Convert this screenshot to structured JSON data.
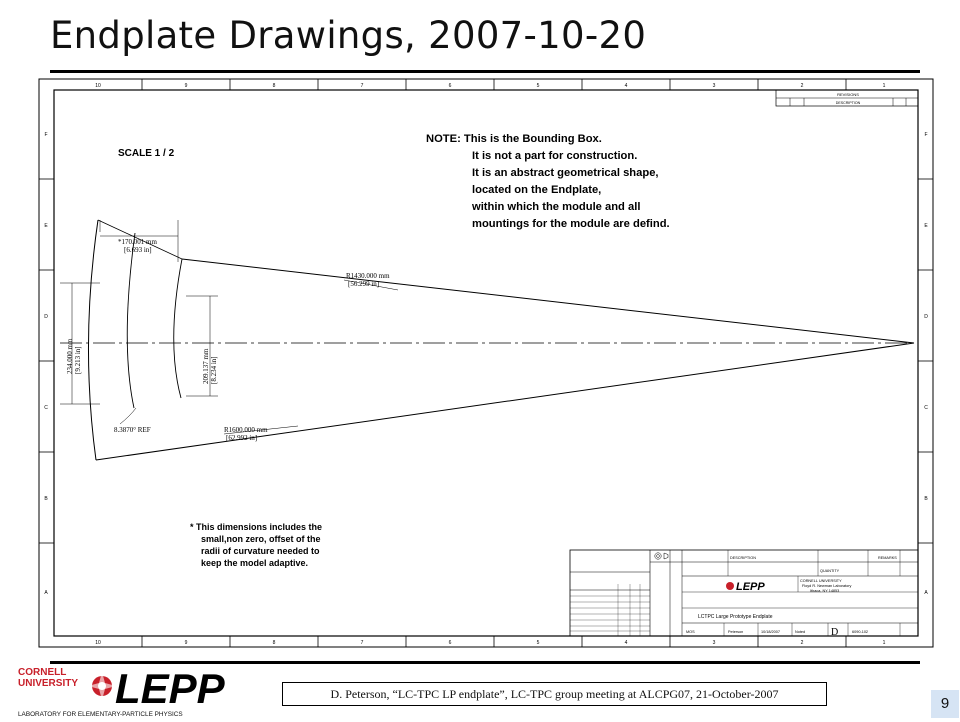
{
  "slide": {
    "title": "Endplate Drawings, 2007-10-20",
    "footer": "D. Peterson, “LC-TPC LP endplate”, LC-TPC group meeting at ALCPG07, 21-October-2007",
    "page_number": "9"
  },
  "logo": {
    "cornell_line1": "CORNELL",
    "cornell_line2": "UNIVERSITY",
    "name": "LEPP",
    "tagline": "LABORATORY FOR ELEMENTARY-PARTICLE PHYSICS",
    "accent_color": "#c8202a"
  },
  "drawing": {
    "scale": "SCALE 1 / 2",
    "note_lines": [
      "NOTE: This is the Bounding Box.",
      "It is not a part for construction.",
      "It is an abstract geometrical shape,",
      "located on the Endplate,",
      "within which the module and all",
      "mountings for the module are defind."
    ],
    "dimensions": {
      "width_top_mm": "*170.001 mm",
      "width_top_in": "[6.693 in]",
      "r_inner_mm": "R1430.000 mm",
      "r_inner_in": "[56.299 in]",
      "left_height_mm": "234.000 mm",
      "left_height_in": "[9.213 in]",
      "right_height_mm": "209.137 mm",
      "right_height_in": "[8.234 in]",
      "angle_ref": "8.3870° REF",
      "r_outer_mm": "R1600.000 mm",
      "r_outer_in": "[62.992 in]"
    },
    "footnote_lines": [
      "*  This dimensions includes the",
      "small,non zero, offset of the",
      "radii of curvature needed to",
      "keep the model adaptive."
    ],
    "title_block": {
      "company": "CORNELL UNIVERSITY",
      "lab": "Floyd R. Newman Laboratory",
      "city": "Ithaca, NY 14853",
      "title": "LCTPC Large Prototype Endplate",
      "drawn_by": "MOS",
      "drawn_for": "Peterson",
      "date": "10/18/2007",
      "size": "D",
      "dwg_no": "6090-102",
      "scale": "Noted",
      "revisions": "REVISIONS",
      "description": "DESCRIPTION",
      "quantity": "QUANTITY",
      "remarks": "REMARKS"
    },
    "border_numbers": [
      "10",
      "9",
      "8",
      "7",
      "6",
      "5",
      "4",
      "3",
      "2",
      "1"
    ],
    "border_letters": [
      "F",
      "E",
      "D",
      "C",
      "B",
      "A"
    ]
  }
}
